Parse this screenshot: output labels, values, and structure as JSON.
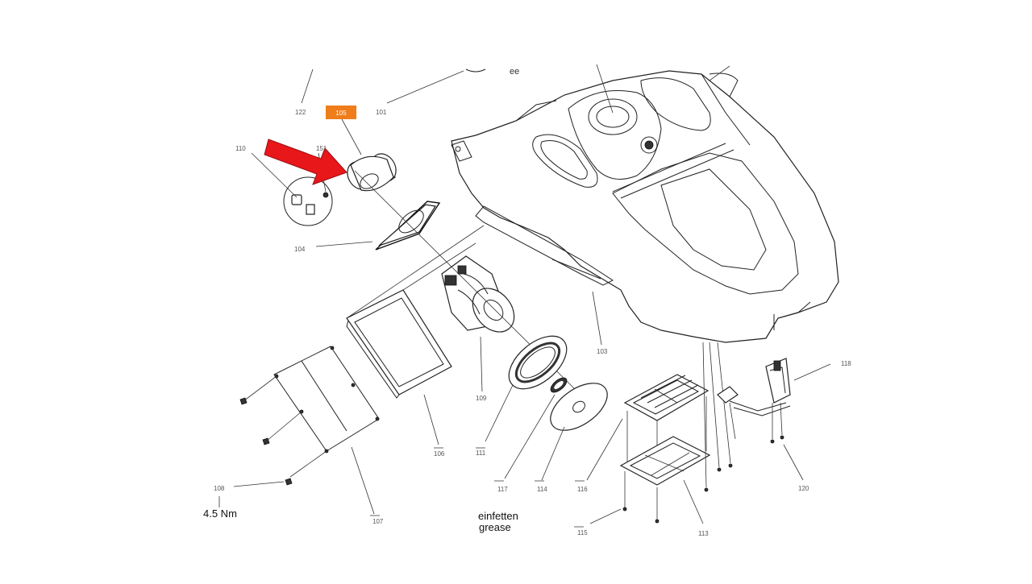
{
  "diagram": {
    "highlight_color": "#ef7d1a",
    "arrow_color": "#e8171a",
    "callouts": {
      "c101": "101",
      "c103": "103",
      "c104": "104",
      "c105": "105",
      "c106": "106",
      "c107": "107",
      "c108": "108",
      "c109": "109",
      "c110": "110",
      "c111": "111",
      "c113": "113",
      "c114": "114",
      "c115": "115",
      "c116": "116",
      "c117": "117",
      "c118": "118",
      "c120": "120",
      "c122": "122",
      "c151": "151"
    },
    "torque": "4.5 Nm",
    "grease_de": "einfetten",
    "grease_en": "grease"
  }
}
